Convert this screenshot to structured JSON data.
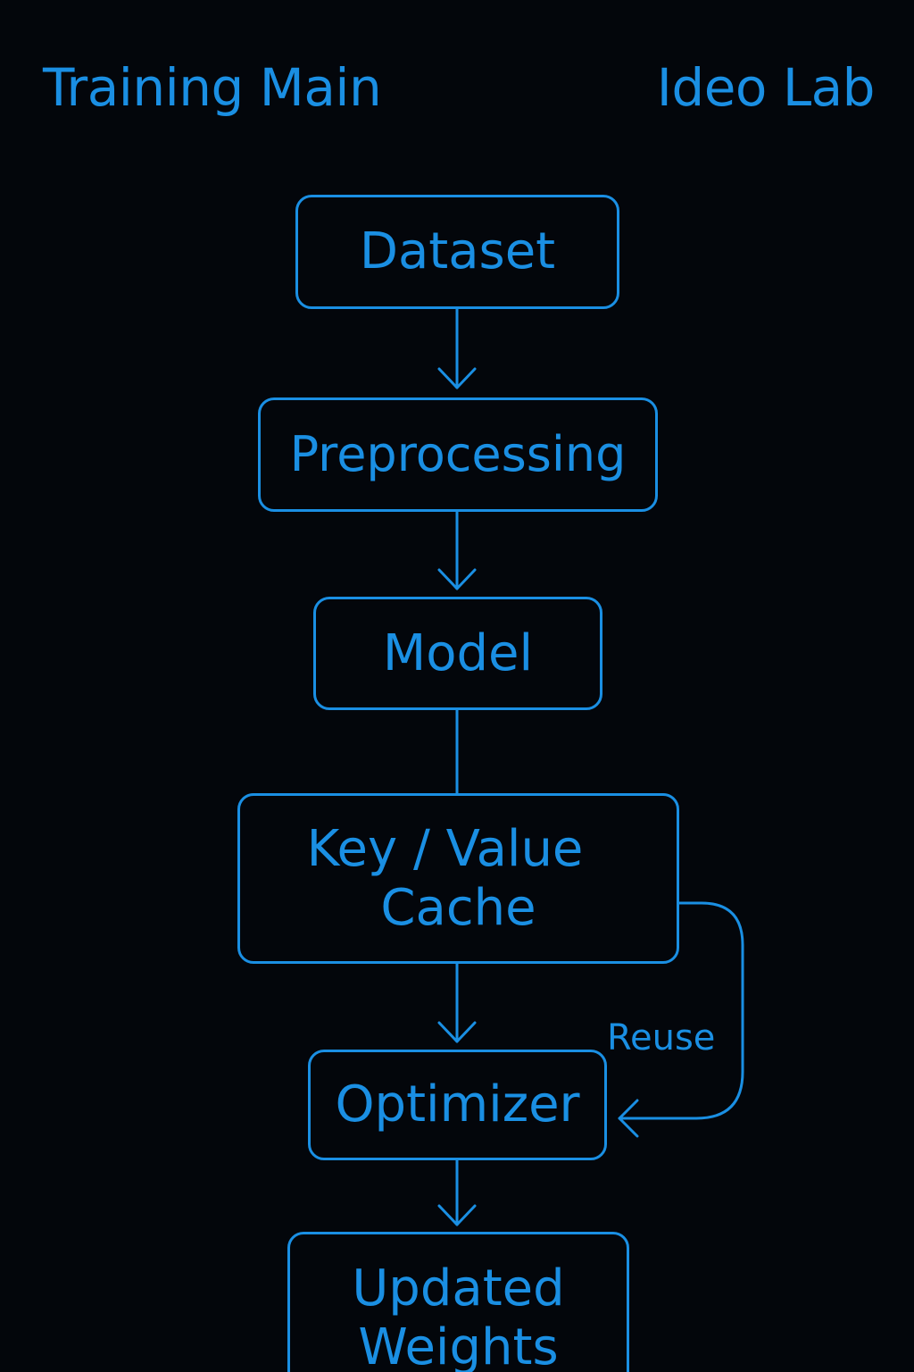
{
  "header": {
    "left_title": "Training Main",
    "right_title": "Ideo Lab"
  },
  "diagram": {
    "nodes": {
      "dataset": {
        "lines": [
          "Dataset"
        ]
      },
      "preprocessing": {
        "lines": [
          "Preprocessing"
        ]
      },
      "model": {
        "lines": [
          "Model"
        ]
      },
      "kv_cache": {
        "lines": [
          "Key / Value",
          "Cache"
        ]
      },
      "optimizer": {
        "lines": [
          "Optimizer"
        ]
      },
      "updated_weights": {
        "lines": [
          "Updated",
          "Weights"
        ]
      }
    },
    "edge_labels": {
      "reuse": "Reuse"
    }
  },
  "colors": {
    "background": "#03060b",
    "accent": "#1a8fe3"
  }
}
